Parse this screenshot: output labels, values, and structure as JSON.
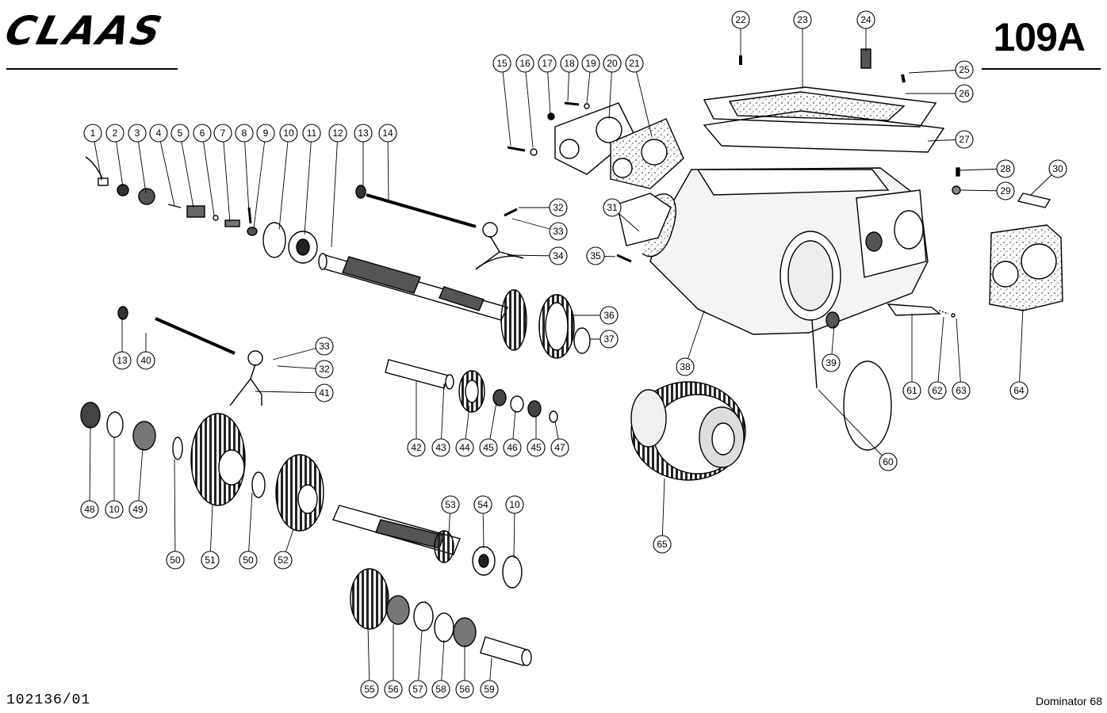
{
  "header": {
    "brand": "CLAAS",
    "sheet_number": "109A"
  },
  "footer": {
    "document_number": "102136/01",
    "model": "Dominator 68"
  },
  "callouts": [
    {
      "id": "c-1",
      "label": "1"
    },
    {
      "id": "c-2",
      "label": "2"
    },
    {
      "id": "c-3",
      "label": "3"
    },
    {
      "id": "c-4",
      "label": "4"
    },
    {
      "id": "c-5",
      "label": "5"
    },
    {
      "id": "c-6",
      "label": "6"
    },
    {
      "id": "c-7",
      "label": "7"
    },
    {
      "id": "c-8",
      "label": "8"
    },
    {
      "id": "c-9",
      "label": "9"
    },
    {
      "id": "c-10a",
      "label": "10"
    },
    {
      "id": "c-11",
      "label": "11"
    },
    {
      "id": "c-12",
      "label": "12"
    },
    {
      "id": "c-13a",
      "label": "13"
    },
    {
      "id": "c-14",
      "label": "14"
    },
    {
      "id": "c-15",
      "label": "15"
    },
    {
      "id": "c-16",
      "label": "16"
    },
    {
      "id": "c-17",
      "label": "17"
    },
    {
      "id": "c-18",
      "label": "18"
    },
    {
      "id": "c-19",
      "label": "19"
    },
    {
      "id": "c-20",
      "label": "20"
    },
    {
      "id": "c-21",
      "label": "21"
    },
    {
      "id": "c-22",
      "label": "22"
    },
    {
      "id": "c-23",
      "label": "23"
    },
    {
      "id": "c-24",
      "label": "24"
    },
    {
      "id": "c-25",
      "label": "25"
    },
    {
      "id": "c-26",
      "label": "26"
    },
    {
      "id": "c-27",
      "label": "27"
    },
    {
      "id": "c-28",
      "label": "28"
    },
    {
      "id": "c-29",
      "label": "29"
    },
    {
      "id": "c-30",
      "label": "30"
    },
    {
      "id": "c-31",
      "label": "31"
    },
    {
      "id": "c-32a",
      "label": "32"
    },
    {
      "id": "c-33a",
      "label": "33"
    },
    {
      "id": "c-34",
      "label": "34"
    },
    {
      "id": "c-35",
      "label": "35"
    },
    {
      "id": "c-36",
      "label": "36"
    },
    {
      "id": "c-37",
      "label": "37"
    },
    {
      "id": "c-38",
      "label": "38"
    },
    {
      "id": "c-39",
      "label": "39"
    },
    {
      "id": "c-13b",
      "label": "13"
    },
    {
      "id": "c-40",
      "label": "40"
    },
    {
      "id": "c-33b",
      "label": "33"
    },
    {
      "id": "c-32b",
      "label": "32"
    },
    {
      "id": "c-41",
      "label": "41"
    },
    {
      "id": "c-42",
      "label": "42"
    },
    {
      "id": "c-43",
      "label": "43"
    },
    {
      "id": "c-44",
      "label": "44"
    },
    {
      "id": "c-45a",
      "label": "45"
    },
    {
      "id": "c-46",
      "label": "46"
    },
    {
      "id": "c-45b",
      "label": "45"
    },
    {
      "id": "c-47",
      "label": "47"
    },
    {
      "id": "c-48",
      "label": "48"
    },
    {
      "id": "c-10b",
      "label": "10"
    },
    {
      "id": "c-49",
      "label": "49"
    },
    {
      "id": "c-50a",
      "label": "50"
    },
    {
      "id": "c-51",
      "label": "51"
    },
    {
      "id": "c-50b",
      "label": "50"
    },
    {
      "id": "c-52",
      "label": "52"
    },
    {
      "id": "c-53",
      "label": "53"
    },
    {
      "id": "c-54",
      "label": "54"
    },
    {
      "id": "c-10c",
      "label": "10"
    },
    {
      "id": "c-55",
      "label": "55"
    },
    {
      "id": "c-56a",
      "label": "56"
    },
    {
      "id": "c-57",
      "label": "57"
    },
    {
      "id": "c-58",
      "label": "58"
    },
    {
      "id": "c-56b",
      "label": "56"
    },
    {
      "id": "c-59",
      "label": "59"
    },
    {
      "id": "c-60",
      "label": "60"
    },
    {
      "id": "c-61",
      "label": "61"
    },
    {
      "id": "c-62",
      "label": "62"
    },
    {
      "id": "c-63",
      "label": "63"
    },
    {
      "id": "c-64",
      "label": "64"
    },
    {
      "id": "c-65",
      "label": "65"
    }
  ]
}
